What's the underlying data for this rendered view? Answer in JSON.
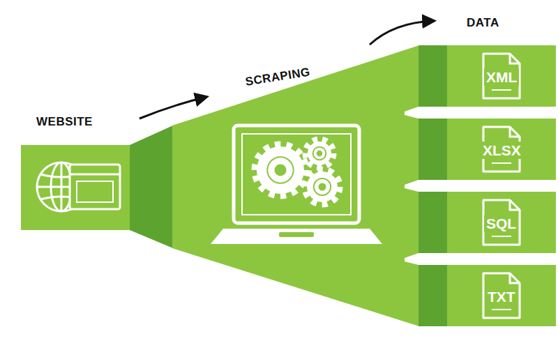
{
  "diagram": {
    "nodes": [
      {
        "text": [
          "XML"
        ]
      },
      {
        "text": [
          "XLSX"
        ]
      },
      {
        "text": [
          "SQL"
        ]
      },
      {
        "text": [
          "TXT"
        ]
      }
    ],
    "labels": [
      "WEBSITE",
      "SCRAPING",
      "DATA"
    ]
  }
}
